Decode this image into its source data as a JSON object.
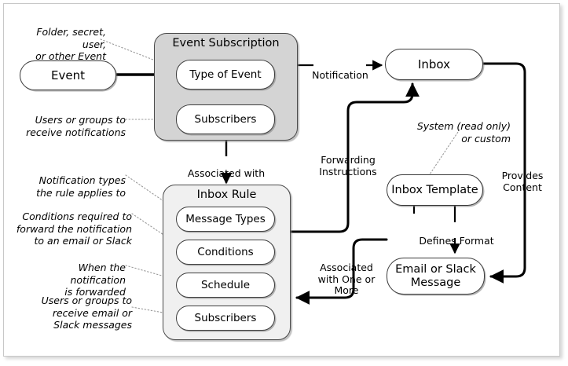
{
  "diagram": {
    "title": "Event Subscription and Inbox Rule Notification Flow",
    "containers": [
      {
        "id": "event-subscription",
        "label": "Event Subscription",
        "fill": "#d4d4d4",
        "items": [
          {
            "id": "type-of-event",
            "label": "Type of Event"
          },
          {
            "id": "subscribers-es",
            "label": "Subscribers"
          }
        ]
      },
      {
        "id": "inbox-rule",
        "label": "Inbox Rule",
        "fill": "#f0f0f0",
        "items": [
          {
            "id": "message-types",
            "label": "Message Types"
          },
          {
            "id": "conditions",
            "label": "Conditions"
          },
          {
            "id": "schedule",
            "label": "Schedule"
          },
          {
            "id": "subscribers-ir",
            "label": "Subscribers"
          }
        ]
      }
    ],
    "nodes": [
      {
        "id": "event",
        "label": "Event"
      },
      {
        "id": "inbox",
        "label": "Inbox"
      },
      {
        "id": "inbox-template",
        "label": "Inbox Template"
      },
      {
        "id": "email-or-slack",
        "label": "Email or Slack\nMessage"
      }
    ],
    "edge_labels": [
      {
        "id": "notification",
        "text": "Notification"
      },
      {
        "id": "associated-with",
        "text": "Associated with"
      },
      {
        "id": "forwarding-instructions",
        "text": "Forwarding\nInstructions"
      },
      {
        "id": "provides-content",
        "text": "Provides\nContent"
      },
      {
        "id": "defines-format",
        "text": "Defines Format"
      },
      {
        "id": "associated-with-one-or-more",
        "text": "Associated\nwith One or\nMore"
      }
    ],
    "annotations": [
      {
        "id": "annot-type-of-event",
        "text": "Folder, secret, user,\nor other Event"
      },
      {
        "id": "annot-subscribers-es",
        "text": "Users or groups to\nreceive notifications"
      },
      {
        "id": "annot-message-types",
        "text": "Notification types\nthe rule applies to"
      },
      {
        "id": "annot-conditions",
        "text": "Conditions required to\nforward the notification\nto an email or Slack"
      },
      {
        "id": "annot-schedule",
        "text": "When the notification\nis forwarded"
      },
      {
        "id": "annot-subscribers-ir",
        "text": "Users or groups to\nreceive email or\nSlack messages"
      },
      {
        "id": "annot-inbox-template",
        "text": "System (read only)\nor custom"
      }
    ],
    "colors": {
      "line": "#000000",
      "node_border": "#3a3a3a",
      "container_event_subscription_fill": "#d4d4d4",
      "container_inbox_rule_fill": "#f0f0f0",
      "frame_border": "#c8c8c8",
      "background": "#ffffff"
    }
  }
}
